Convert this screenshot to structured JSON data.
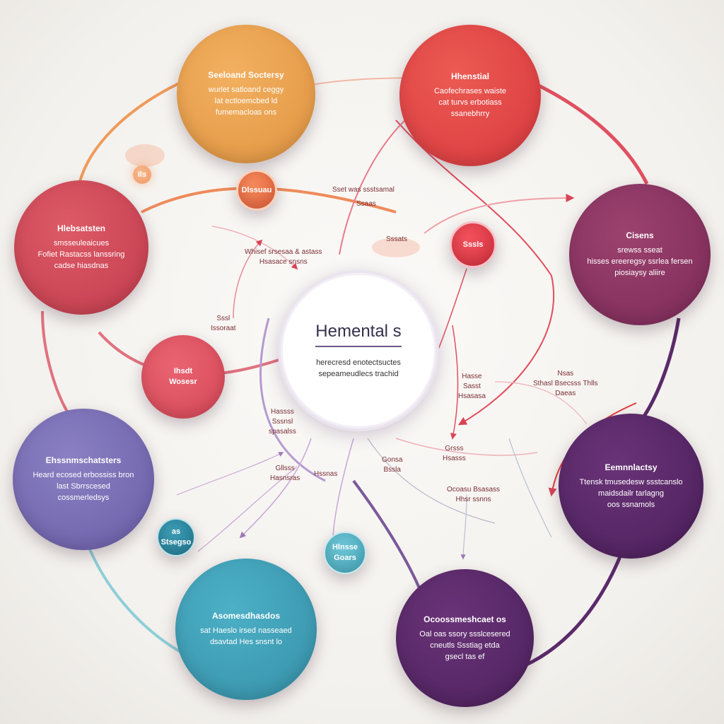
{
  "center": {
    "title": "Hemental s",
    "lines": [
      "herecresd enotectsuctes",
      "sepeameudlecs trachid"
    ]
  },
  "nodes": {
    "top_left": {
      "title": "Seeloand Soctersy",
      "lines": [
        "wurlet satloand ceggy",
        "lat ectloemcbed ld",
        "fumemacloas ons"
      ],
      "color": "#e9a04c"
    },
    "top_right": {
      "title": "Hhenstial",
      "lines": [
        "Caofechrases waiste",
        "cat turvs erbotiass",
        "ssanebhrry"
      ],
      "color": "#e24c4c"
    },
    "left": {
      "title": "Hlebsatsten",
      "lines": [
        "smsseuleaicues",
        "Fofiet Rastacss lanssring",
        "cadse hiasdnas"
      ],
      "color": "#d24a5a"
    },
    "right": {
      "title": "Cisens",
      "lines": [
        "srewss sseat",
        "hisses ereeregsy ssrlea fersen",
        "piosiaysy aliire"
      ],
      "color": "#8e3566"
    },
    "bottom_left": {
      "title": "Ehssnmschatsters",
      "lines": [
        "Heard ecosed erbossiss bron",
        "last Sbrrscesed",
        "cossmerledsys"
      ],
      "color": "#7b70b6"
    },
    "bottom_right": {
      "title": "Eemnnlactsy",
      "lines": [
        "Ttensk tmusedesw ssstcanslo",
        "maidsdailr tarlagng",
        "oos ssnamols"
      ],
      "color": "#5d2a6a"
    },
    "bottom_center_left": {
      "title": "Asomesdhasdos",
      "lines": [
        "sat Haeslo irsed nasseaed",
        "dsavtad Hes snsnt lo"
      ],
      "color": "#3f9db5"
    },
    "bottom_center_right": {
      "title": "Ocoossmeshcaet os",
      "lines": [
        "Oal oas ssory ssslcesered",
        "cneutls Ssstiag etda",
        "gsecl tas ef"
      ],
      "color": "#5a2a6a"
    }
  },
  "small_nodes": {
    "s1": {
      "lines": [
        "Dlssuau"
      ],
      "color": "#f0784a"
    },
    "s2": {
      "lines": [
        "Sssls"
      ],
      "color": "#ea3f4c"
    },
    "s3": {
      "lines": [
        "Ihsdt",
        "Wosesr"
      ],
      "color": "#e05666"
    },
    "s4": {
      "lines": [
        "as",
        "Stsegso"
      ],
      "color": "#2f8ea6"
    },
    "s5": {
      "lines": [
        "Hlnsse",
        "Goars"
      ],
      "color": "#58b6c8"
    },
    "s6": {
      "lines": [
        "Ils"
      ],
      "color": "#f2a36e"
    }
  },
  "labels": {
    "l1": [
      "Sset was ssstsamal"
    ],
    "l2": [
      "Ssaas"
    ],
    "l3": [
      "Sssats"
    ],
    "l4": [
      "Whisef srsesaa & astass",
      "Hsasace snsns"
    ],
    "l5": [
      "Sssl",
      "Issoraat"
    ],
    "l6": [
      "Hasse",
      "Sasst",
      "Hsasasa"
    ],
    "l7": [
      "Nsas",
      "Sthasl Bsecsss Thlls",
      "Daeas"
    ],
    "l8": [
      "Hassss",
      "Sssnsl",
      "spasalss"
    ],
    "l9": [
      "Gllsss",
      "Hasnsras"
    ],
    "l10": [
      "Hssnas"
    ],
    "l11": [
      "Gonsa",
      "Bssla"
    ],
    "l12": [
      "Ocoasu Bsasass",
      "Hhsr ssnns"
    ],
    "l13": [
      "Grsss",
      "Hsasss"
    ]
  }
}
